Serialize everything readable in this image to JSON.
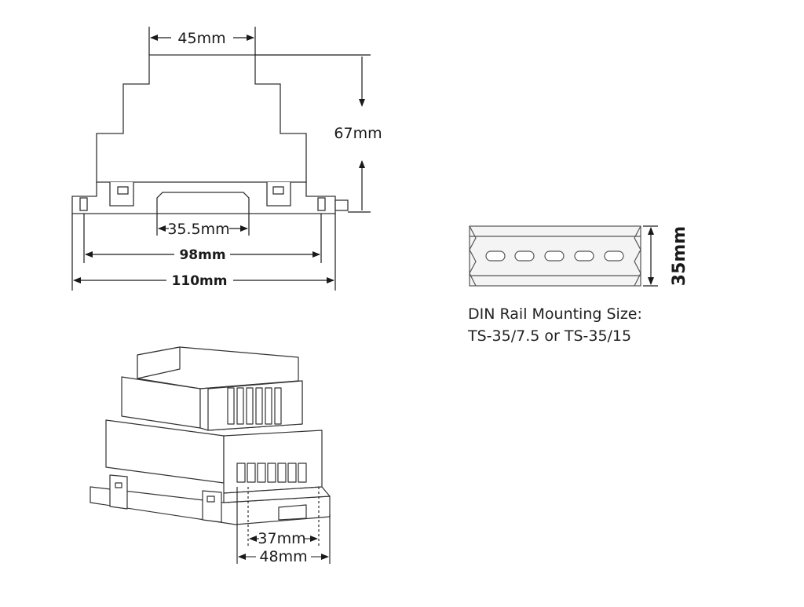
{
  "front_view": {
    "top_width": "45mm",
    "height": "67mm",
    "rail_slot": "35.5mm",
    "mount_holes": "98mm",
    "total_width": "110mm"
  },
  "rail": {
    "height": "35mm",
    "caption_line1": "DIN Rail Mounting Size:",
    "caption_line2": "TS-35/7.5 or TS-35/15"
  },
  "iso_view": {
    "inner_width": "37mm",
    "outer_width": "48mm"
  }
}
